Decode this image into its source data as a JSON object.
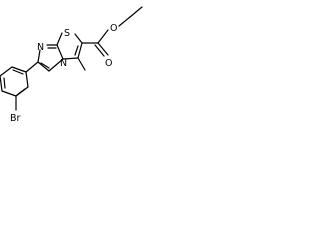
{
  "molecule": {
    "atoms": {
      "sulfur": "S",
      "carbonyl_oxygen": "O",
      "ester_oxygen": "O",
      "imidazole_nitrogen": "N",
      "bridgehead_nitrogen": "N",
      "bromine": "Br"
    }
  }
}
